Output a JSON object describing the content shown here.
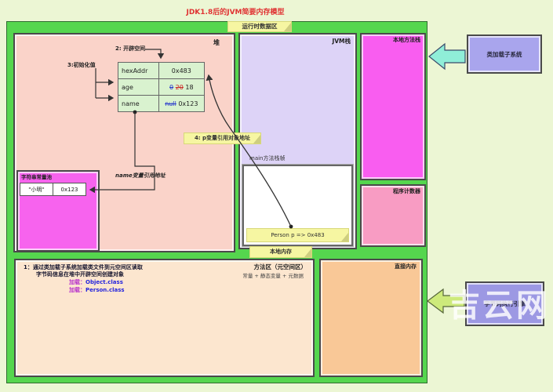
{
  "title": "JDK1.8后的JVM简要内存模型",
  "runtime_area_label": "运行时数据区",
  "heap": {
    "label": "堆",
    "step2_label": "2: 开辟空间",
    "step3_label": "3:初始化值",
    "name_ref_label": "name变量引用地址",
    "object_table": {
      "rows": [
        {
          "key": "hexAddr",
          "current": "0x483"
        },
        {
          "key": "age",
          "old1": "0",
          "old2": "20",
          "current": "18"
        },
        {
          "key": "name",
          "old1": "null",
          "current": "0x123"
        }
      ]
    },
    "string_pool": {
      "label": "字符串常量池",
      "cell_value": "\"小明\"",
      "cell_addr": "0x123"
    }
  },
  "jvm_stack": {
    "label": "JVM栈",
    "frame_label": "main方法栈帧",
    "person_note": "Person p => 0x483",
    "step4_label": "4: p变量引用对象地址"
  },
  "native_method_stack_label": "本地方法栈",
  "program_counter_label": "程序计数器",
  "local_memory_label": "本地内存",
  "method_area": {
    "title": "方法区（元空间区）",
    "subtitle": "常量 + 静态变量 + 元数据",
    "note_line1": "1：通过类加载子系统加载类文件到元空间区读取",
    "note_line2": "字节码信息在堆中开辟空间创建对象",
    "load1_label": "加载：",
    "load1_value": "Object.class",
    "load2_label": "加载：",
    "load2_value": "Person.class"
  },
  "direct_memory_label": "直接内存",
  "class_loader_label": "类加载子系统",
  "bytecode_engine_label": "字节码执行引擎",
  "watermark": "吉云网",
  "colors": {
    "panel_green": "#55d64e",
    "heap_pink": "#fad3c9",
    "pool_magenta": "#f763ee",
    "stack_lavender": "#ddd3f7",
    "native_stack_magenta": "#f95df0",
    "counter_pink": "#f89cc3",
    "method_area_peach": "#fce6cf",
    "direct_memory_orange": "#f9c897",
    "loader_purple": "#a9a5ed",
    "engine_purple": "#9c98e3",
    "sticky_yellow": "#f6f6a2",
    "object_table_green": "#d9f2cf",
    "title_red": "#e03333",
    "struck_blue": "#2233cc",
    "struck_red": "#cc2222",
    "arrow_cyan": "#8feed8",
    "arrow_yellowgreen": "#cdea7b"
  }
}
